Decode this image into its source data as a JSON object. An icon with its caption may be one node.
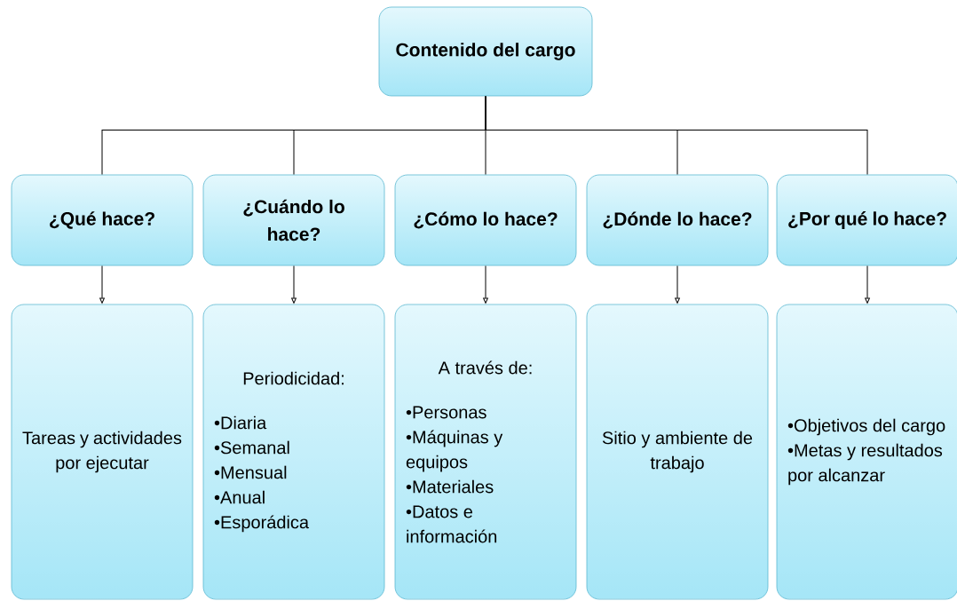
{
  "diagram": {
    "nodes": [
      {
        "text": [
          "Contenido del cargo"
        ]
      },
      {
        "text": [
          "¿Qué hace?"
        ]
      },
      {
        "text": [
          "¿Cuándo lo hace?"
        ]
      },
      {
        "text": [
          "¿Cómo lo hace?"
        ]
      },
      {
        "text": [
          "¿Dónde lo hace?"
        ]
      },
      {
        "text": [
          "¿Por qué lo hace?"
        ]
      },
      {
        "text": [
          "Tareas y actividades por ejecutar"
        ]
      },
      {
        "text": [
          "Periodicidad:",
          "•Diaria",
          "•Semanal",
          "•Mensual",
          "•Anual",
          "•Esporádica"
        ]
      },
      {
        "text": [
          "A través de:",
          "•Personas",
          "•Máquinas y equipos",
          "•Materiales",
          "•Datos e información"
        ]
      },
      {
        "text": [
          "Sitio y ambiente de trabajo"
        ]
      },
      {
        "text": [
          "•Objetivos del cargo",
          "•Metas y resultados por alcanzar"
        ]
      }
    ],
    "edges": [
      {
        "from": 0,
        "to": 1,
        "arrow": "none"
      },
      {
        "from": 0,
        "to": 2,
        "arrow": "none"
      },
      {
        "from": 0,
        "to": 3,
        "arrow": "none"
      },
      {
        "from": 0,
        "to": 4,
        "arrow": "none"
      },
      {
        "from": 0,
        "to": 5,
        "arrow": "none"
      },
      {
        "from": 1,
        "to": 6,
        "arrow": "to"
      },
      {
        "from": 2,
        "to": 7,
        "arrow": "to"
      },
      {
        "from": 3,
        "to": 8,
        "arrow": "to"
      },
      {
        "from": 4,
        "to": 9,
        "arrow": "to"
      },
      {
        "from": 5,
        "to": 10,
        "arrow": "to"
      }
    ]
  }
}
